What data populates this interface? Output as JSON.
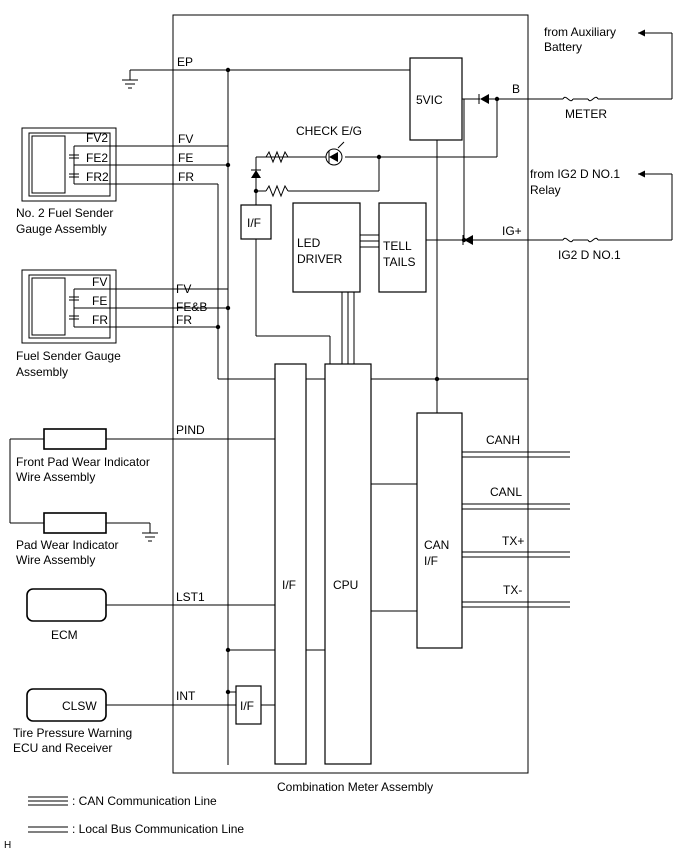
{
  "meter": {
    "title": "Combination Meter Assembly",
    "blocks": {
      "vic": "5VIC",
      "led_driver": [
        "LED",
        "DRIVER"
      ],
      "tell_tails": [
        "TELL",
        "TAILS"
      ],
      "if_small": "I/F",
      "if_main": "I/F",
      "cpu": "CPU",
      "can_if": [
        "CAN",
        "I/F"
      ],
      "if_bottom": "I/F"
    },
    "check_eg": "CHECK E/G",
    "terminals": {
      "ep": "EP",
      "fv": "FV",
      "fe": "FE",
      "fr": "FR",
      "fv2": "FV",
      "feb": "FE&B",
      "fr2": "FR",
      "pind": "PIND",
      "lst1": "LST1",
      "int": "INT",
      "b": "B",
      "igp": "IG+",
      "canh": "CANH",
      "canl": "CANL",
      "txp": "TX+",
      "txm": "TX-"
    }
  },
  "external": {
    "aux_battery": [
      "from Auxiliary",
      "Battery"
    ],
    "meter_fuse": "METER",
    "ig2_relay": [
      "from IG2 D NO.1",
      "Relay"
    ],
    "ig2_fuse": "IG2 D NO.1",
    "no2_sender": {
      "label": [
        "No. 2 Fuel Sender",
        "Gauge Assembly"
      ],
      "pins": [
        "FV2",
        "FE2",
        "FR2"
      ]
    },
    "sender": {
      "label": [
        "Fuel Sender Gauge",
        "Assembly"
      ],
      "pins": [
        "FV",
        "FE",
        "FR"
      ]
    },
    "front_pad": [
      "Front Pad Wear Indicator",
      "Wire Assembly"
    ],
    "pad": [
      "Pad Wear Indicator",
      "Wire Assembly"
    ],
    "ecm": "ECM",
    "tpms": {
      "box": "CLSW",
      "label": [
        "Tire Pressure Warning",
        "ECU and Receiver"
      ]
    }
  },
  "legend": {
    "can": ": CAN Communication Line",
    "local": ": Local Bus Communication Line"
  },
  "corner_mark": "H"
}
